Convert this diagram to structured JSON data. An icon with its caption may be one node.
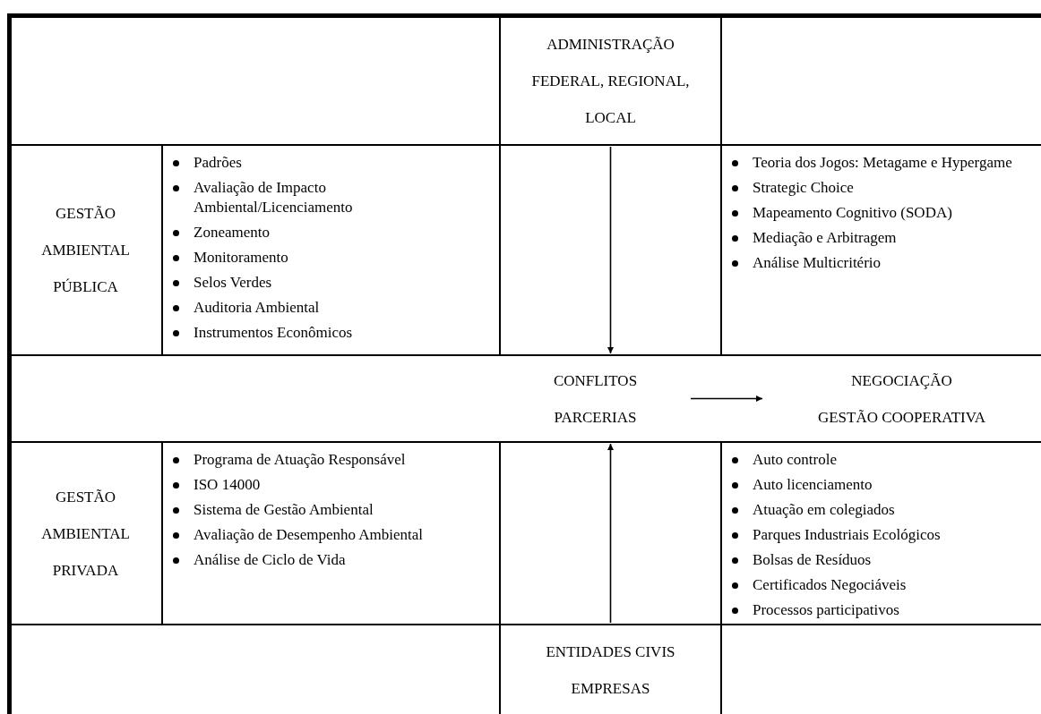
{
  "diagram": {
    "nodes": [
      {
        "text": [
          "ADMINISTRAÇÃO FEDERAL, REGIONAL, LOCAL"
        ]
      },
      {
        "text": [
          "GESTÃO AMBIENTAL PÚBLICA"
        ]
      },
      {
        "text": [
          "Padrões",
          "Avaliação de Impacto Ambiental/Licenciamento",
          "Zoneamento",
          "Monitoramento",
          "Selos Verdes",
          "Auditoria Ambiental",
          "Instrumentos Econômicos"
        ]
      },
      {
        "text": [
          "Teoria dos Jogos: Metagame e Hypergame",
          "Strategic Choice",
          "Mapeamento Cognitivo (SODA)",
          "Mediação e Arbitragem",
          "Análise Multicritério"
        ]
      },
      {
        "text": [
          "CONFLITOS",
          "PARCERIAS"
        ]
      },
      {
        "text": [
          "NEGOCIAÇÃO",
          "GESTÃO COOPERATIVA"
        ]
      },
      {
        "text": [
          "GESTÃO AMBIENTAL PRIVADA"
        ]
      },
      {
        "text": [
          "Programa de Atuação Responsável",
          "ISO 14000",
          "Sistema de Gestão Ambiental",
          "Avaliação de Desempenho Ambiental",
          "Análise de Ciclo de Vida"
        ]
      },
      {
        "text": [
          "Auto controle",
          "Auto licenciamento",
          "Atuação em colegiados",
          "Parques Industriais Ecológicos",
          "Bolsas de Resíduos",
          "Certificados Negociáveis",
          "Processos participativos"
        ]
      },
      {
        "text": [
          "ENTIDADES CIVIS",
          "EMPRESAS"
        ]
      }
    ],
    "edges": [
      {
        "from": 0,
        "to": 4,
        "arrow": "to"
      },
      {
        "from": 9,
        "to": 4,
        "arrow": "to"
      },
      {
        "from": 4,
        "to": 5,
        "arrow": "to"
      }
    ]
  }
}
